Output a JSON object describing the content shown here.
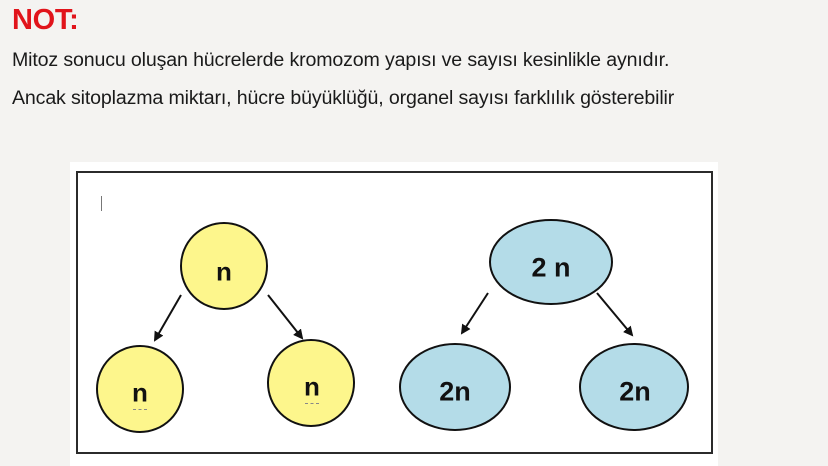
{
  "note": {
    "title": "NOT:",
    "line1": "Mitoz sonucu oluşan hücrelerde kromozom yapısı ve sayısı kesinlikle aynıdır.",
    "line2": "Ancak sitoplazma miktarı, hücre büyüklüğü, organel sayısı farklılık gösterebilir"
  },
  "colors": {
    "title": "#e1141b",
    "haploid_fill": "#fdf68c",
    "diploid_fill": "#b4dce8",
    "stroke": "#111111"
  },
  "diagram": {
    "haploid": {
      "parent": "n",
      "children": [
        "n",
        "n"
      ]
    },
    "diploid": {
      "parent": "2 n",
      "children": [
        "2n",
        "2n"
      ]
    }
  }
}
